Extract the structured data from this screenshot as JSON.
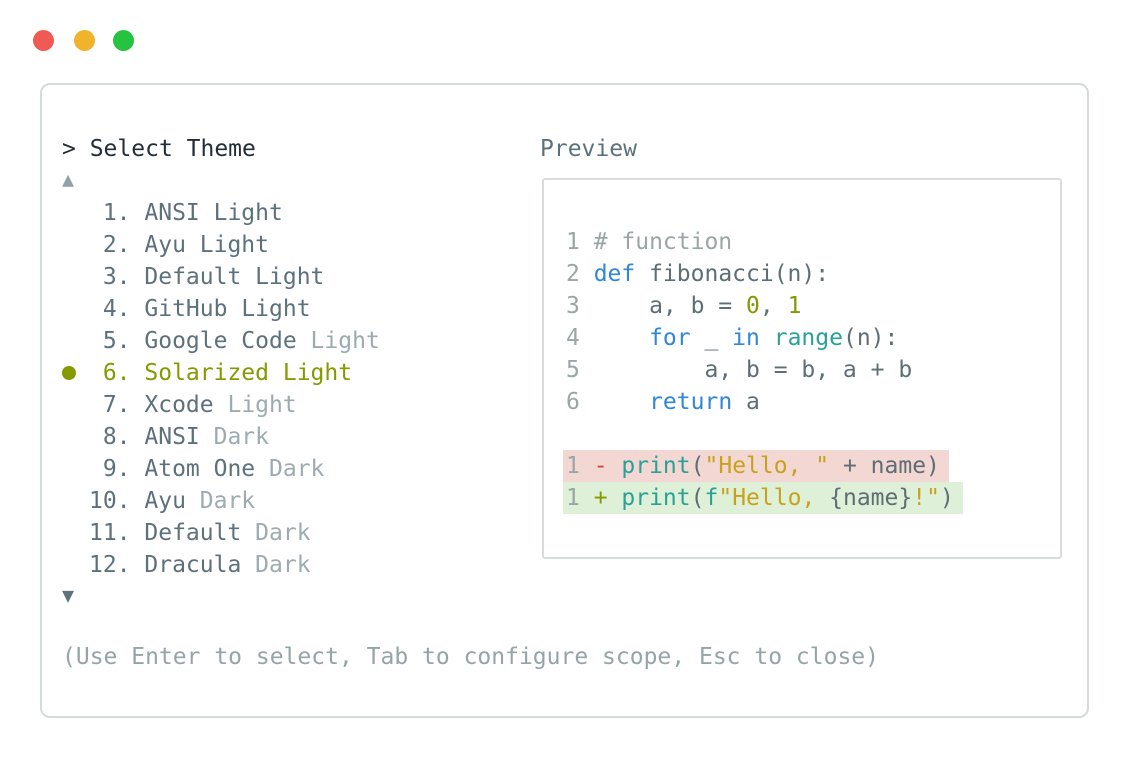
{
  "window": {
    "traffic_lights": [
      {
        "name": "close",
        "color": "#f15a54"
      },
      {
        "name": "minimize",
        "color": "#f1b32b"
      },
      {
        "name": "zoom",
        "color": "#26c340"
      }
    ]
  },
  "palette": {
    "panel_border": "#d5dadb",
    "preview_border": "#d8dcdd",
    "header_text": "#222d36",
    "list_text": "#5d717c",
    "muted_text": "#9dabb0",
    "selected": "#859900",
    "up_arrow": "#90a0a7",
    "down_arrow": "#5e717c",
    "footer_text": "#95a4a7",
    "code_text": "#5d6e75",
    "comment": "#9aa5a6",
    "keyword": "#2f87d5",
    "builtin": "#2aa198",
    "number": "#859900",
    "string": "#c9a21d",
    "minus": "#dc423c",
    "plus": "#859900",
    "removed_bg": "#f3d7d3",
    "added_bg": "#def0d7"
  },
  "header": {
    "prompt": ">",
    "title": "Select Theme",
    "preview_label": "Preview"
  },
  "list": {
    "scroll_up": "▲",
    "scroll_down": "▼",
    "items": [
      {
        "num": "1.",
        "name": "ANSI",
        "suffix": " Light",
        "muted": false,
        "selected": false
      },
      {
        "num": "2.",
        "name": "Ayu",
        "suffix": " Light",
        "muted": false,
        "selected": false
      },
      {
        "num": "3.",
        "name": "Default",
        "suffix": " Light",
        "muted": false,
        "selected": false
      },
      {
        "num": "4.",
        "name": "GitHub",
        "suffix": " Light",
        "muted": false,
        "selected": false
      },
      {
        "num": "5.",
        "name": "Google Code",
        "suffix": " Light",
        "muted": true,
        "selected": false
      },
      {
        "num": "6.",
        "name": "Solarized",
        "suffix": " Light",
        "muted": false,
        "selected": true
      },
      {
        "num": "7.",
        "name": "Xcode",
        "suffix": " Light",
        "muted": true,
        "selected": false
      },
      {
        "num": "8.",
        "name": "ANSI",
        "suffix": " Dark",
        "muted": true,
        "selected": false
      },
      {
        "num": "9.",
        "name": "Atom One",
        "suffix": " Dark",
        "muted": true,
        "selected": false
      },
      {
        "num": "10.",
        "name": "Ayu",
        "suffix": " Dark",
        "muted": true,
        "selected": false
      },
      {
        "num": "11.",
        "name": "Default",
        "suffix": " Dark",
        "muted": true,
        "selected": false
      },
      {
        "num": "12.",
        "name": "Dracula",
        "suffix": " Dark",
        "muted": true,
        "selected": false
      }
    ]
  },
  "preview": {
    "lines": [
      {
        "num": "1",
        "tokens": [
          {
            "t": "# function",
            "c": "comment"
          }
        ]
      },
      {
        "num": "2",
        "tokens": [
          {
            "t": "def",
            "c": "keyword"
          },
          {
            "t": " fibonacci(n):",
            "c": "text"
          }
        ]
      },
      {
        "num": "3",
        "tokens": [
          {
            "t": "    a, b = ",
            "c": "text"
          },
          {
            "t": "0",
            "c": "number"
          },
          {
            "t": ", ",
            "c": "text"
          },
          {
            "t": "1",
            "c": "number"
          }
        ]
      },
      {
        "num": "4",
        "tokens": [
          {
            "t": "    ",
            "c": "text"
          },
          {
            "t": "for",
            "c": "keyword"
          },
          {
            "t": " _ ",
            "c": "text"
          },
          {
            "t": "in",
            "c": "keyword"
          },
          {
            "t": " ",
            "c": "text"
          },
          {
            "t": "range",
            "c": "builtin"
          },
          {
            "t": "(n):",
            "c": "text"
          }
        ]
      },
      {
        "num": "5",
        "tokens": [
          {
            "t": "        a, b = b, a + b",
            "c": "text"
          }
        ]
      },
      {
        "num": "6",
        "tokens": [
          {
            "t": "    ",
            "c": "text"
          },
          {
            "t": "return",
            "c": "keyword"
          },
          {
            "t": " a",
            "c": "text"
          }
        ]
      },
      {
        "num": "",
        "tokens": []
      },
      {
        "num": "1",
        "diff": "removed",
        "tokens": [
          {
            "t": "- ",
            "c": "minus"
          },
          {
            "t": "print",
            "c": "builtin"
          },
          {
            "t": "(",
            "c": "text"
          },
          {
            "t": "\"Hello, \"",
            "c": "string"
          },
          {
            "t": " + name)",
            "c": "text"
          }
        ]
      },
      {
        "num": "1",
        "diff": "added",
        "tokens": [
          {
            "t": "+ ",
            "c": "plus"
          },
          {
            "t": "print",
            "c": "builtin"
          },
          {
            "t": "(",
            "c": "text"
          },
          {
            "t": "f",
            "c": "builtin"
          },
          {
            "t": "\"Hello, ",
            "c": "string"
          },
          {
            "t": "{name}",
            "c": "text"
          },
          {
            "t": "!\"",
            "c": "string"
          },
          {
            "t": ")",
            "c": "text"
          }
        ]
      }
    ]
  },
  "footer": {
    "hint": "(Use Enter to select, Tab to configure scope, Esc to close)"
  }
}
